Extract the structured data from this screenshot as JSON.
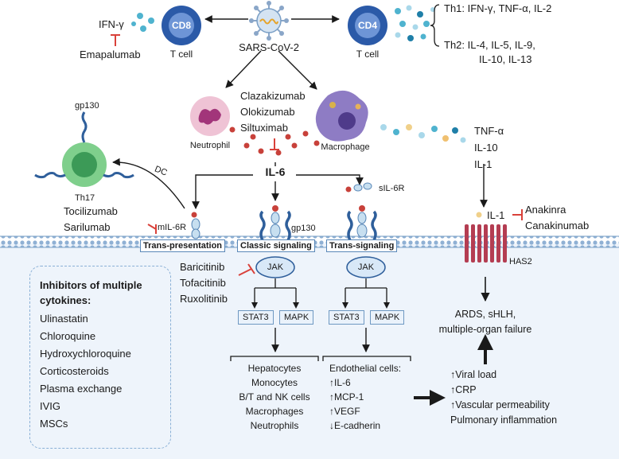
{
  "top": {
    "virus": "SARS-CoV-2",
    "cd8_cell": "CD8",
    "cd8_label": "T cell",
    "ifn_gamma": "IFN-γ",
    "emapalumab": "Emapalumab",
    "cd4_cell": "CD4",
    "cd4_label": "T cell",
    "th1": "Th1: IFN-γ, TNF-α, IL-2",
    "th2_line1": "Th2: IL-4, IL-5, IL-9,",
    "th2_line2": "IL-10, IL-13"
  },
  "middle": {
    "neutrophil": "Neutrophil",
    "macrophage": "Macrophage",
    "anti_il6_drugs": [
      "Clazakizumab",
      "Olokizumab",
      "Siltuximab"
    ],
    "il6": "IL-6",
    "macrophage_cytokines": [
      "TNF-α",
      "IL-10",
      "IL-1"
    ],
    "th17": "Th17",
    "gp130_top": "gp130",
    "dc": "DC",
    "il6r_drugs": [
      "Tocilizumab",
      "Sarilumab"
    ],
    "mil6r": "mIL-6R",
    "sil6r": "sIL-6R",
    "gp130_mid": "gp130",
    "il1": "IL-1",
    "il1_drugs": [
      "Anakinra",
      "Canakinumab"
    ],
    "has2": "HAS2"
  },
  "signaling": {
    "trans_presentation": "Trans-presentation",
    "classic": "Classic signaling",
    "trans_signaling": "Trans-signaling",
    "jak": "JAK",
    "jak_inhibitors": [
      "Baricitinib",
      "Tofacitinib",
      "Ruxolitinib"
    ],
    "stat3": "STAT3",
    "mapk": "MAPK"
  },
  "inhibitors_box": {
    "title_line1": "Inhibitors of multiple",
    "title_line2": "cytokines:",
    "items": [
      "Ulinastatin",
      "Chloroquine",
      "Hydroxychloroquine",
      "Corticosteroids",
      "Plasma exchange",
      "IVIG",
      "MSCs"
    ]
  },
  "outcomes": {
    "classic_targets": [
      "Hepatocytes",
      "Monocytes",
      "B/T and NK cells",
      "Macrophages",
      "Neutrophils"
    ],
    "endothelial": [
      "Endothelial cells:",
      "↑IL-6",
      "↑MCP-1",
      "↑VEGF",
      "↓E-cadherin"
    ],
    "clinical": [
      "↑Viral load",
      "↑CRP",
      "↑Vascular permeability",
      "Pulmonary inflammation"
    ],
    "ards": [
      "ARDS, sHLH,",
      "multiple-organ failure"
    ]
  },
  "colors": {
    "membrane": "#7a9fc6",
    "cytoplasm": "#eef4fb",
    "inhibit": "#d9413a",
    "receptor": "#2f5f9b",
    "cd8": "#3a6fc4",
    "cd4": "#3a6fc4",
    "th17": "#6cc07a",
    "neutrophil": "#e9b6cc",
    "macrophage": "#8f7fc6",
    "il1_receptor": "#b43d52"
  }
}
